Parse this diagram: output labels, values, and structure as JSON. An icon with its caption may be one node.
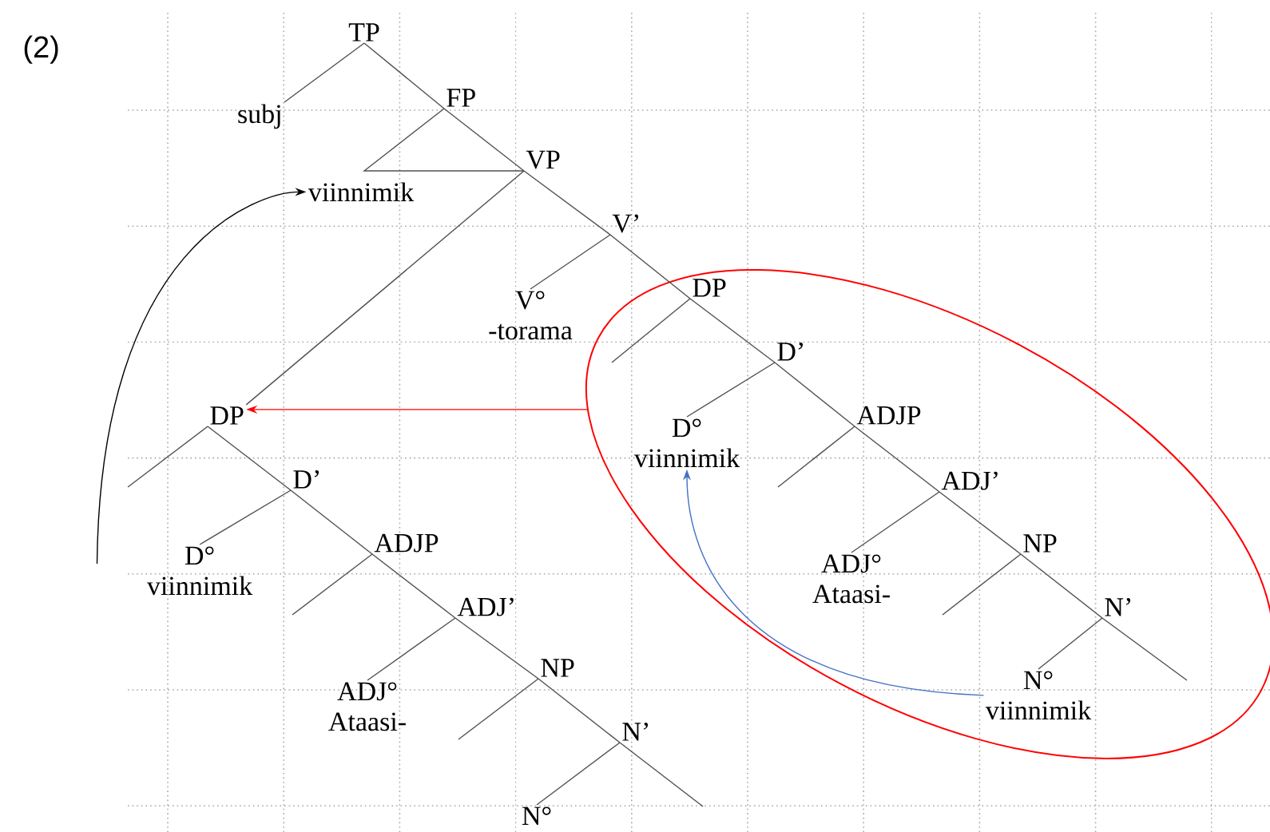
{
  "diagram": {
    "nodes": [
      {
        "text": [
          "TP"
        ]
      },
      {
        "text": [
          "subj"
        ]
      },
      {
        "text": [
          "FP"
        ]
      },
      {
        "text": [
          "viinnimik"
        ]
      },
      {
        "text": [
          "VP"
        ]
      },
      {
        "text": [
          "V’"
        ]
      },
      {
        "text": [
          "V°",
          "-torama"
        ]
      },
      {
        "text": [],
        "shape": "circle"
      },
      {
        "text": [
          "DP"
        ],
        "in": 7
      },
      {
        "text": [
          "D’"
        ],
        "in": 7
      },
      {
        "text": [
          "D°",
          "viinnimik"
        ],
        "in": 7
      },
      {
        "text": [
          "ADJP"
        ],
        "in": 7
      },
      {
        "text": [
          "ADJ’"
        ],
        "in": 7
      },
      {
        "text": [
          "ADJ°",
          "Ataasi-"
        ],
        "in": 7
      },
      {
        "text": [
          "NP"
        ],
        "in": 7
      },
      {
        "text": [
          "N’"
        ],
        "in": 7
      },
      {
        "text": [
          "N°",
          "viinnimik"
        ],
        "in": 7
      },
      {
        "text": [
          "DP"
        ]
      },
      {
        "text": [
          "D’"
        ]
      },
      {
        "text": [
          "D°",
          "viinnimik"
        ]
      },
      {
        "text": [
          "ADJP"
        ]
      },
      {
        "text": [
          "ADJ’"
        ]
      },
      {
        "text": [
          "ADJ°",
          "Ataasi-"
        ]
      },
      {
        "text": [
          "NP"
        ]
      },
      {
        "text": [
          "N’"
        ]
      },
      {
        "text": [
          "N°"
        ]
      }
    ],
    "edges": [
      {
        "from": 0,
        "to": 1,
        "arrow": "none"
      },
      {
        "from": 0,
        "to": 2,
        "arrow": "none"
      },
      {
        "from": 2,
        "to": 3,
        "arrow": "none"
      },
      {
        "from": 2,
        "to": 4,
        "arrow": "none"
      },
      {
        "from": 4,
        "to": 5,
        "arrow": "none"
      },
      {
        "from": 4,
        "to": 17,
        "arrow": "none"
      },
      {
        "from": 5,
        "to": 6,
        "arrow": "none"
      },
      {
        "from": 5,
        "to": 8,
        "arrow": "none"
      },
      {
        "from": 8,
        "to": null,
        "arrow": "none"
      },
      {
        "from": 8,
        "to": 9,
        "arrow": "none"
      },
      {
        "from": 9,
        "to": 10,
        "arrow": "none"
      },
      {
        "from": 9,
        "to": 11,
        "arrow": "none"
      },
      {
        "from": 11,
        "to": null,
        "arrow": "none"
      },
      {
        "from": 11,
        "to": 12,
        "arrow": "none"
      },
      {
        "from": 12,
        "to": 13,
        "arrow": "none"
      },
      {
        "from": 12,
        "to": 14,
        "arrow": "none"
      },
      {
        "from": 14,
        "to": null,
        "arrow": "none"
      },
      {
        "from": 14,
        "to": 15,
        "arrow": "none"
      },
      {
        "from": 15,
        "to": 16,
        "arrow": "none"
      },
      {
        "from": 15,
        "to": null,
        "arrow": "none"
      },
      {
        "from": 17,
        "to": null,
        "arrow": "none"
      },
      {
        "from": 17,
        "to": 18,
        "arrow": "none"
      },
      {
        "from": 18,
        "to": 19,
        "arrow": "none"
      },
      {
        "from": 18,
        "to": 20,
        "arrow": "none"
      },
      {
        "from": 20,
        "to": null,
        "arrow": "none"
      },
      {
        "from": 20,
        "to": 21,
        "arrow": "none"
      },
      {
        "from": 21,
        "to": 22,
        "arrow": "none"
      },
      {
        "from": 21,
        "to": 23,
        "arrow": "none"
      },
      {
        "from": 23,
        "to": null,
        "arrow": "none"
      },
      {
        "from": 23,
        "to": 24,
        "arrow": "none"
      },
      {
        "from": 24,
        "to": 25,
        "arrow": "none"
      },
      {
        "from": 24,
        "to": null,
        "arrow": "none"
      },
      {
        "from": 7,
        "to": 17,
        "arrow": "to",
        "color": "#ff0000"
      },
      {
        "from": 16,
        "to": 10,
        "arrow": "to",
        "color": "#4472c4"
      },
      {
        "from": 19,
        "to": 3,
        "arrow": "to",
        "color": "#000000"
      }
    ],
    "labels": [
      "(2)"
    ]
  }
}
